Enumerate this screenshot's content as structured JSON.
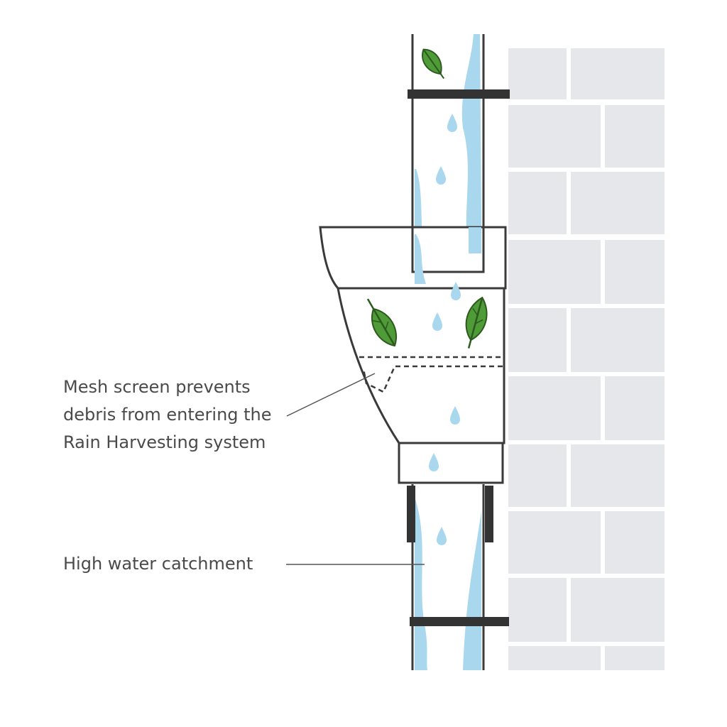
{
  "annotations": {
    "mesh_screen": {
      "lines": [
        "Mesh screen prevents",
        "debris from entering the",
        "Rain Harvesting system"
      ]
    },
    "catchment": {
      "text": "High water catchment"
    }
  },
  "colors": {
    "outline": "#3a3a3a",
    "bracket": "#333333",
    "water": "#a9d8ee",
    "brick": "#e6e7ea",
    "mortar": "#ffffff",
    "leaf": "#4f9b38",
    "leaf_vein": "#2c5a1e",
    "label_text": "#4a4a4a",
    "leader_line": "#555555"
  },
  "icons": [
    "leaf-icon",
    "water-drop-icon",
    "brick-wall"
  ]
}
